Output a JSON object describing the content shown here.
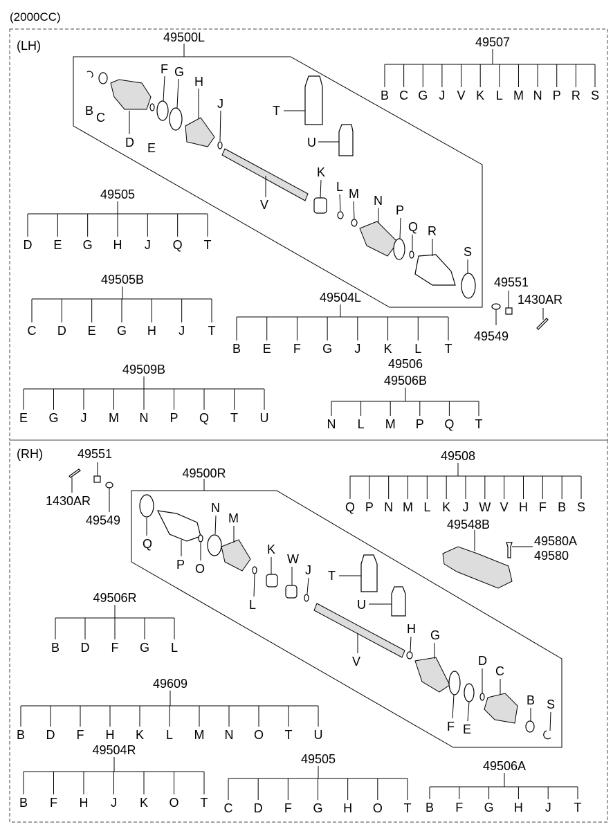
{
  "engine": "(2000CC)",
  "sections": {
    "lh": "(LH)",
    "rh": "(RH)"
  },
  "trees": [
    {
      "id": "t49507",
      "code": "49507",
      "letters": [
        "B",
        "C",
        "G",
        "J",
        "V",
        "K",
        "L",
        "M",
        "N",
        "P",
        "R",
        "S"
      ]
    },
    {
      "id": "t49505a",
      "code": "49505",
      "letters": [
        "D",
        "E",
        "G",
        "H",
        "J",
        "Q",
        "T"
      ]
    },
    {
      "id": "t49505b",
      "code": "49505B",
      "letters": [
        "C",
        "D",
        "E",
        "G",
        "H",
        "J",
        "T"
      ]
    },
    {
      "id": "t49504l",
      "code": "49504L",
      "letters": [
        "B",
        "E",
        "F",
        "G",
        "J",
        "K",
        "L",
        "T"
      ]
    },
    {
      "id": "t49509b",
      "code": "49509B",
      "letters": [
        "E",
        "G",
        "J",
        "M",
        "N",
        "P",
        "Q",
        "T",
        "U"
      ]
    },
    {
      "id": "t49506",
      "code": "49506",
      "code2": "49506B",
      "letters": [
        "N",
        "L",
        "M",
        "P",
        "Q",
        "T"
      ]
    },
    {
      "id": "t49508",
      "code": "49508",
      "letters": [
        "Q",
        "P",
        "N",
        "M",
        "L",
        "K",
        "J",
        "W",
        "V",
        "H",
        "F",
        "B",
        "S"
      ]
    },
    {
      "id": "t49506r",
      "code": "49506R",
      "letters": [
        "B",
        "D",
        "F",
        "G",
        "L"
      ]
    },
    {
      "id": "t49609",
      "code": "49609",
      "letters": [
        "B",
        "D",
        "F",
        "H",
        "K",
        "L",
        "M",
        "N",
        "O",
        "T",
        "U"
      ]
    },
    {
      "id": "t49504r",
      "code": "49504R",
      "letters": [
        "B",
        "F",
        "H",
        "J",
        "K",
        "O",
        "T"
      ]
    },
    {
      "id": "t49505c",
      "code": "49505",
      "letters": [
        "C",
        "D",
        "F",
        "G",
        "H",
        "O",
        "T"
      ]
    },
    {
      "id": "t49506a",
      "code": "49506A",
      "letters": [
        "B",
        "F",
        "G",
        "H",
        "J",
        "T"
      ]
    }
  ],
  "assemblies": {
    "lh": "49500L",
    "rh": "49500R"
  },
  "callouts": {
    "lh": [
      "B",
      "C",
      "D",
      "E",
      "F",
      "G",
      "H",
      "J",
      "T",
      "U",
      "V",
      "K",
      "L",
      "M",
      "N",
      "P",
      "Q",
      "R",
      "S"
    ],
    "rh": [
      "Q",
      "P",
      "O",
      "N",
      "M",
      "L",
      "K",
      "W",
      "J",
      "T",
      "U",
      "V",
      "H",
      "G",
      "D",
      "C",
      "F",
      "E",
      "B",
      "S"
    ]
  },
  "extras": {
    "lh_49551": "49551",
    "lh_1430ar": "1430AR",
    "lh_49549": "49549",
    "rh_49551": "49551",
    "rh_1430ar": "1430AR",
    "rh_49549": "49549",
    "rh_49548b": "49548B",
    "rh_49580a": "49580A",
    "rh_49580": "49580"
  }
}
